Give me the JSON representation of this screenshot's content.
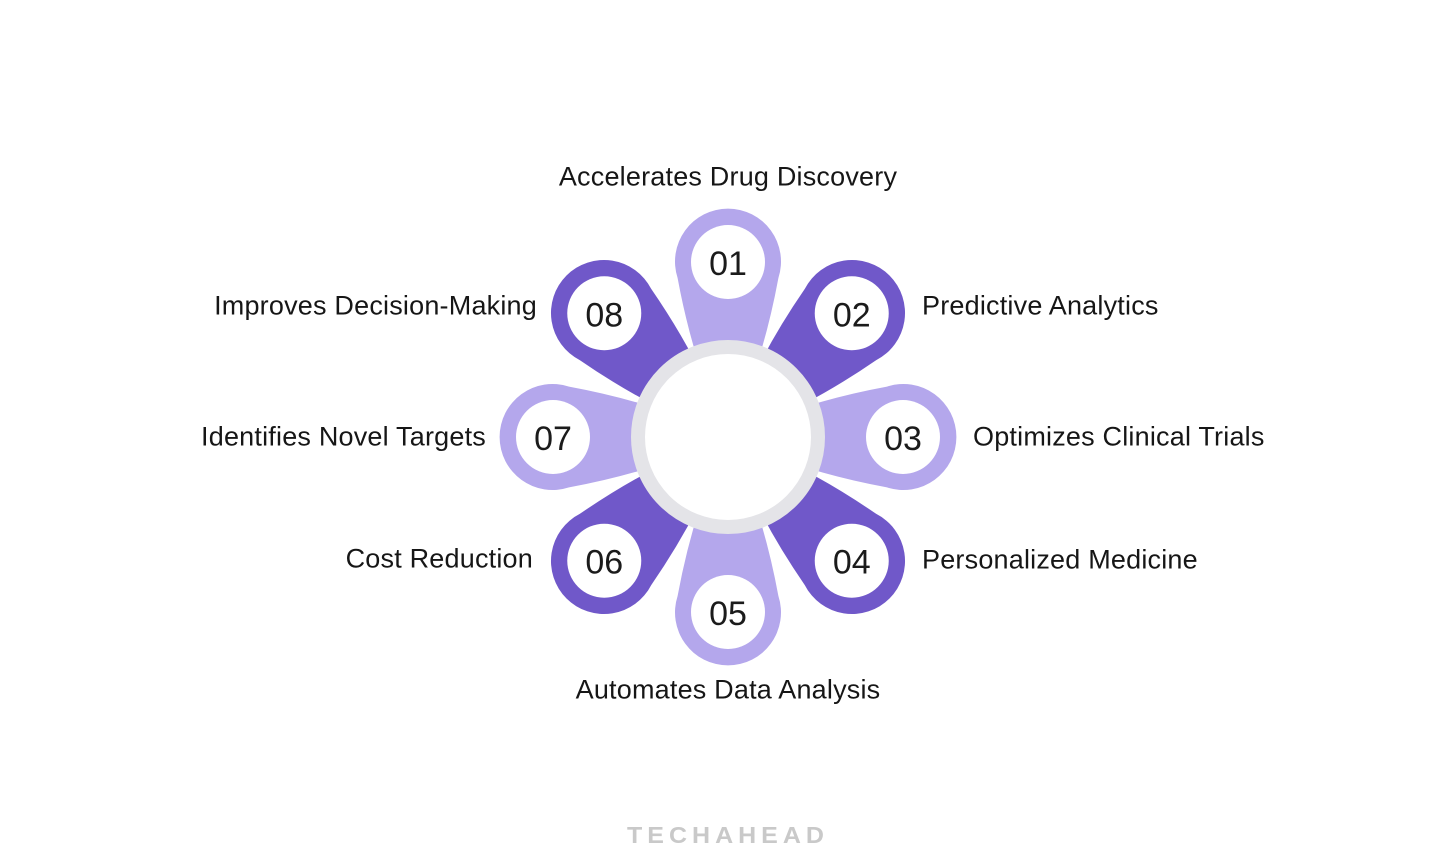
{
  "page": {
    "background": "#ffffff"
  },
  "diagram": {
    "title_implied": "",
    "center": {
      "fill": "#ffffff",
      "ring_color": "#e4e4e8"
    },
    "colors": {
      "light": "#b4a7ec",
      "dark": "#7058c9",
      "badge_fill": "#ffffff",
      "number_text": "#1b1b1b",
      "label_text": "#161616"
    },
    "items": [
      {
        "number": "01",
        "label": "Accelerates Drug Discovery",
        "tone": "light"
      },
      {
        "number": "02",
        "label": "Predictive Analytics",
        "tone": "dark"
      },
      {
        "number": "03",
        "label": "Optimizes Clinical Trials",
        "tone": "light"
      },
      {
        "number": "04",
        "label": "Personalized Medicine",
        "tone": "dark"
      },
      {
        "number": "05",
        "label": "Automates Data Analysis",
        "tone": "light"
      },
      {
        "number": "06",
        "label": "Cost Reduction",
        "tone": "dark"
      },
      {
        "number": "07",
        "label": "Identifies Novel Targets",
        "tone": "light"
      },
      {
        "number": "08",
        "label": "Improves Decision-Making",
        "tone": "dark"
      }
    ]
  },
  "footer": {
    "brand": "TECHAHEAD",
    "color": "#c9c9c9"
  }
}
